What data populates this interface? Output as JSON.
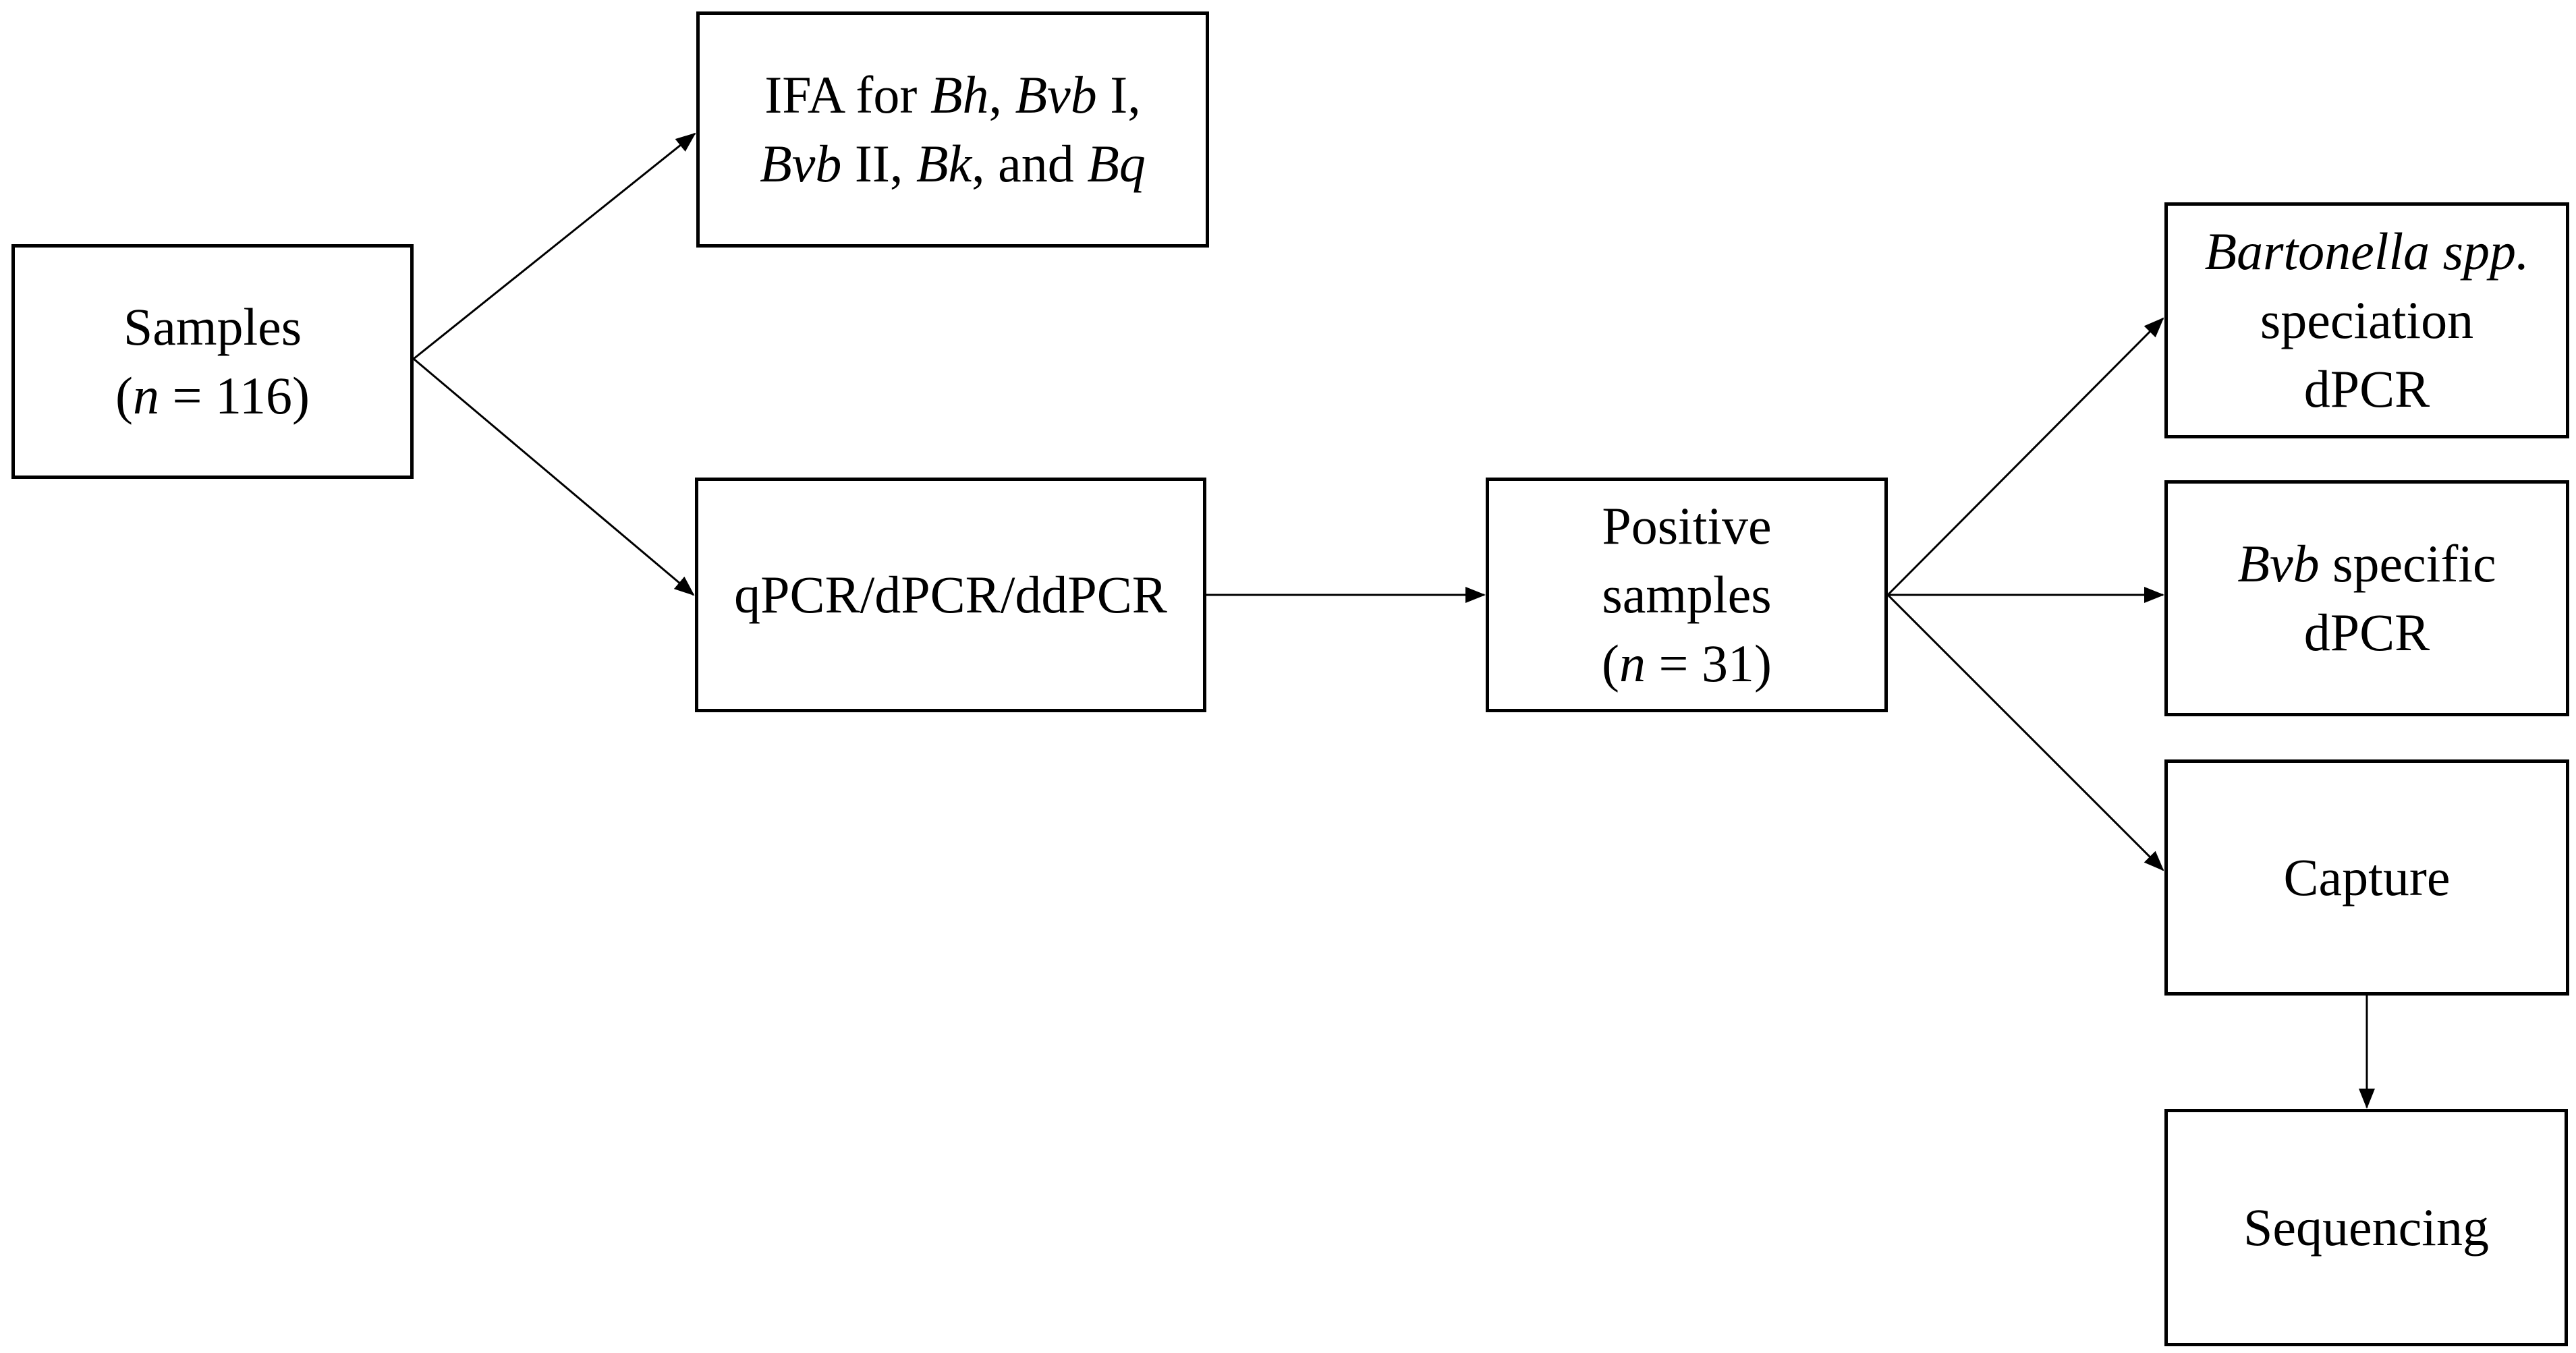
{
  "diagram": {
    "nodes": {
      "samples": {
        "lines": [
          [
            {
              "t": "Samples"
            }
          ],
          [
            {
              "t": "("
            },
            {
              "t": "n",
              "i": true
            },
            {
              "t": " = 116)"
            }
          ]
        ]
      },
      "ifa": {
        "lines": [
          [
            {
              "t": "IFA for "
            },
            {
              "t": "Bh",
              "i": true
            },
            {
              "t": ", "
            },
            {
              "t": "Bvb",
              "i": true
            },
            {
              "t": " I,"
            }
          ],
          [
            {
              "t": "Bvb",
              "i": true
            },
            {
              "t": " II, "
            },
            {
              "t": "Bk",
              "i": true
            },
            {
              "t": ", and "
            },
            {
              "t": "Bq",
              "i": true
            }
          ]
        ]
      },
      "qpcr": {
        "lines": [
          [
            {
              "t": "qPCR/dPCR/ddPCR"
            }
          ]
        ]
      },
      "positive": {
        "lines": [
          [
            {
              "t": "Positive"
            }
          ],
          [
            {
              "t": "samples"
            }
          ],
          [
            {
              "t": "("
            },
            {
              "t": "n",
              "i": true
            },
            {
              "t": " = 31)"
            }
          ]
        ]
      },
      "speciation": {
        "lines": [
          [
            {
              "t": "Bartonella spp.",
              "i": true
            }
          ],
          [
            {
              "t": "speciation"
            }
          ],
          [
            {
              "t": "dPCR"
            }
          ]
        ]
      },
      "bvb": {
        "lines": [
          [
            {
              "t": "Bvb",
              "i": true
            },
            {
              "t": " specific"
            }
          ],
          [
            {
              "t": "dPCR"
            }
          ]
        ]
      },
      "capture": {
        "lines": [
          [
            {
              "t": "Capture"
            }
          ]
        ]
      },
      "sequencing": {
        "lines": [
          [
            {
              "t": "Sequencing"
            }
          ]
        ]
      }
    },
    "edges": [
      {
        "from": "samples",
        "to": "ifa"
      },
      {
        "from": "samples",
        "to": "qpcr"
      },
      {
        "from": "qpcr",
        "to": "positive"
      },
      {
        "from": "positive",
        "to": "speciation"
      },
      {
        "from": "positive",
        "to": "bvb"
      },
      {
        "from": "positive",
        "to": "capture"
      },
      {
        "from": "capture",
        "to": "sequencing"
      }
    ],
    "colors": {
      "stroke": "#000000",
      "background": "#ffffff"
    }
  }
}
